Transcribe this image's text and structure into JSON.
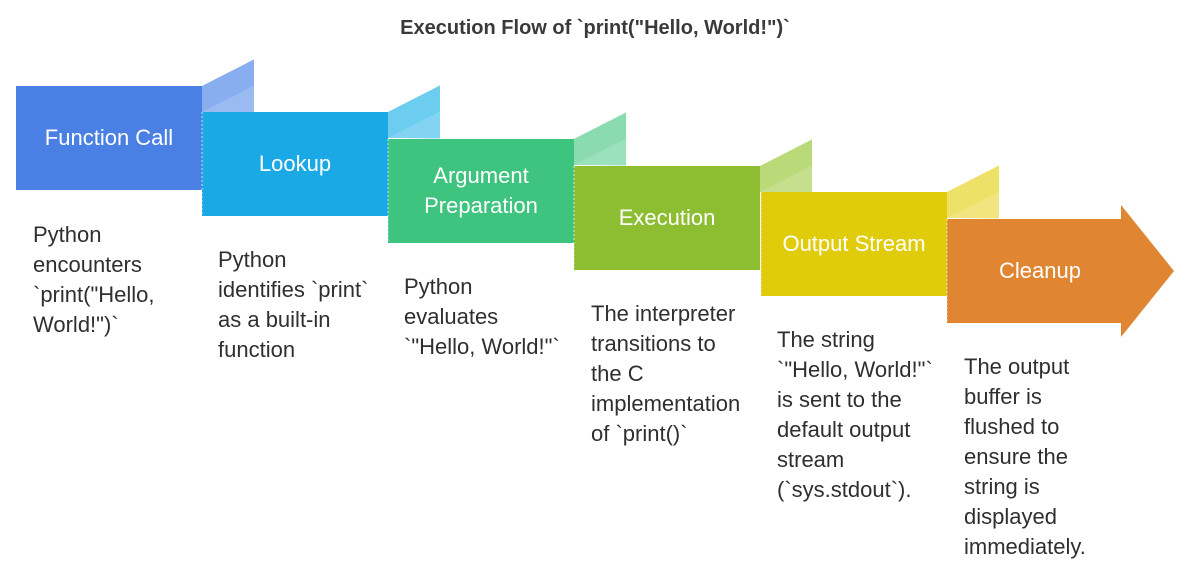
{
  "title": "Execution Flow of `print(\"Hello, World!\")`",
  "steps": [
    {
      "label": "Function Call",
      "color": "#4a7fe3",
      "fold": "#88aef0",
      "description": "Python\nencounters\n`print(\"Hello,\nWorld!\")`"
    },
    {
      "label": "Lookup",
      "color": "#1aa9e4",
      "fold": "#6dcdf0",
      "description": "Python\nidentifies `print`\nas a built-in\nfunction"
    },
    {
      "label": "Argument\nPreparation",
      "color": "#3ec47f",
      "fold": "#8adcb0",
      "description": "Python\nevaluates\n`\"Hello, World!\"`"
    },
    {
      "label": "Execution",
      "color": "#8dbe32",
      "fold": "#bad97a",
      "description": "The interpreter\ntransitions to\nthe C\nimplementation\nof `print()`"
    },
    {
      "label": "Output Stream",
      "color": "#e0cc0b",
      "fold": "#ede068",
      "description": "The string\n`\"Hello, World!\"`\nis sent to the\ndefault output\nstream\n(`sys.stdout`)."
    },
    {
      "label": "Cleanup",
      "color": "#e08633",
      "fold": "#eeb07a",
      "description": "The output\nbuffer is\nflushed to\nensure the\nstring is\ndisplayed\nimmediately."
    }
  ]
}
